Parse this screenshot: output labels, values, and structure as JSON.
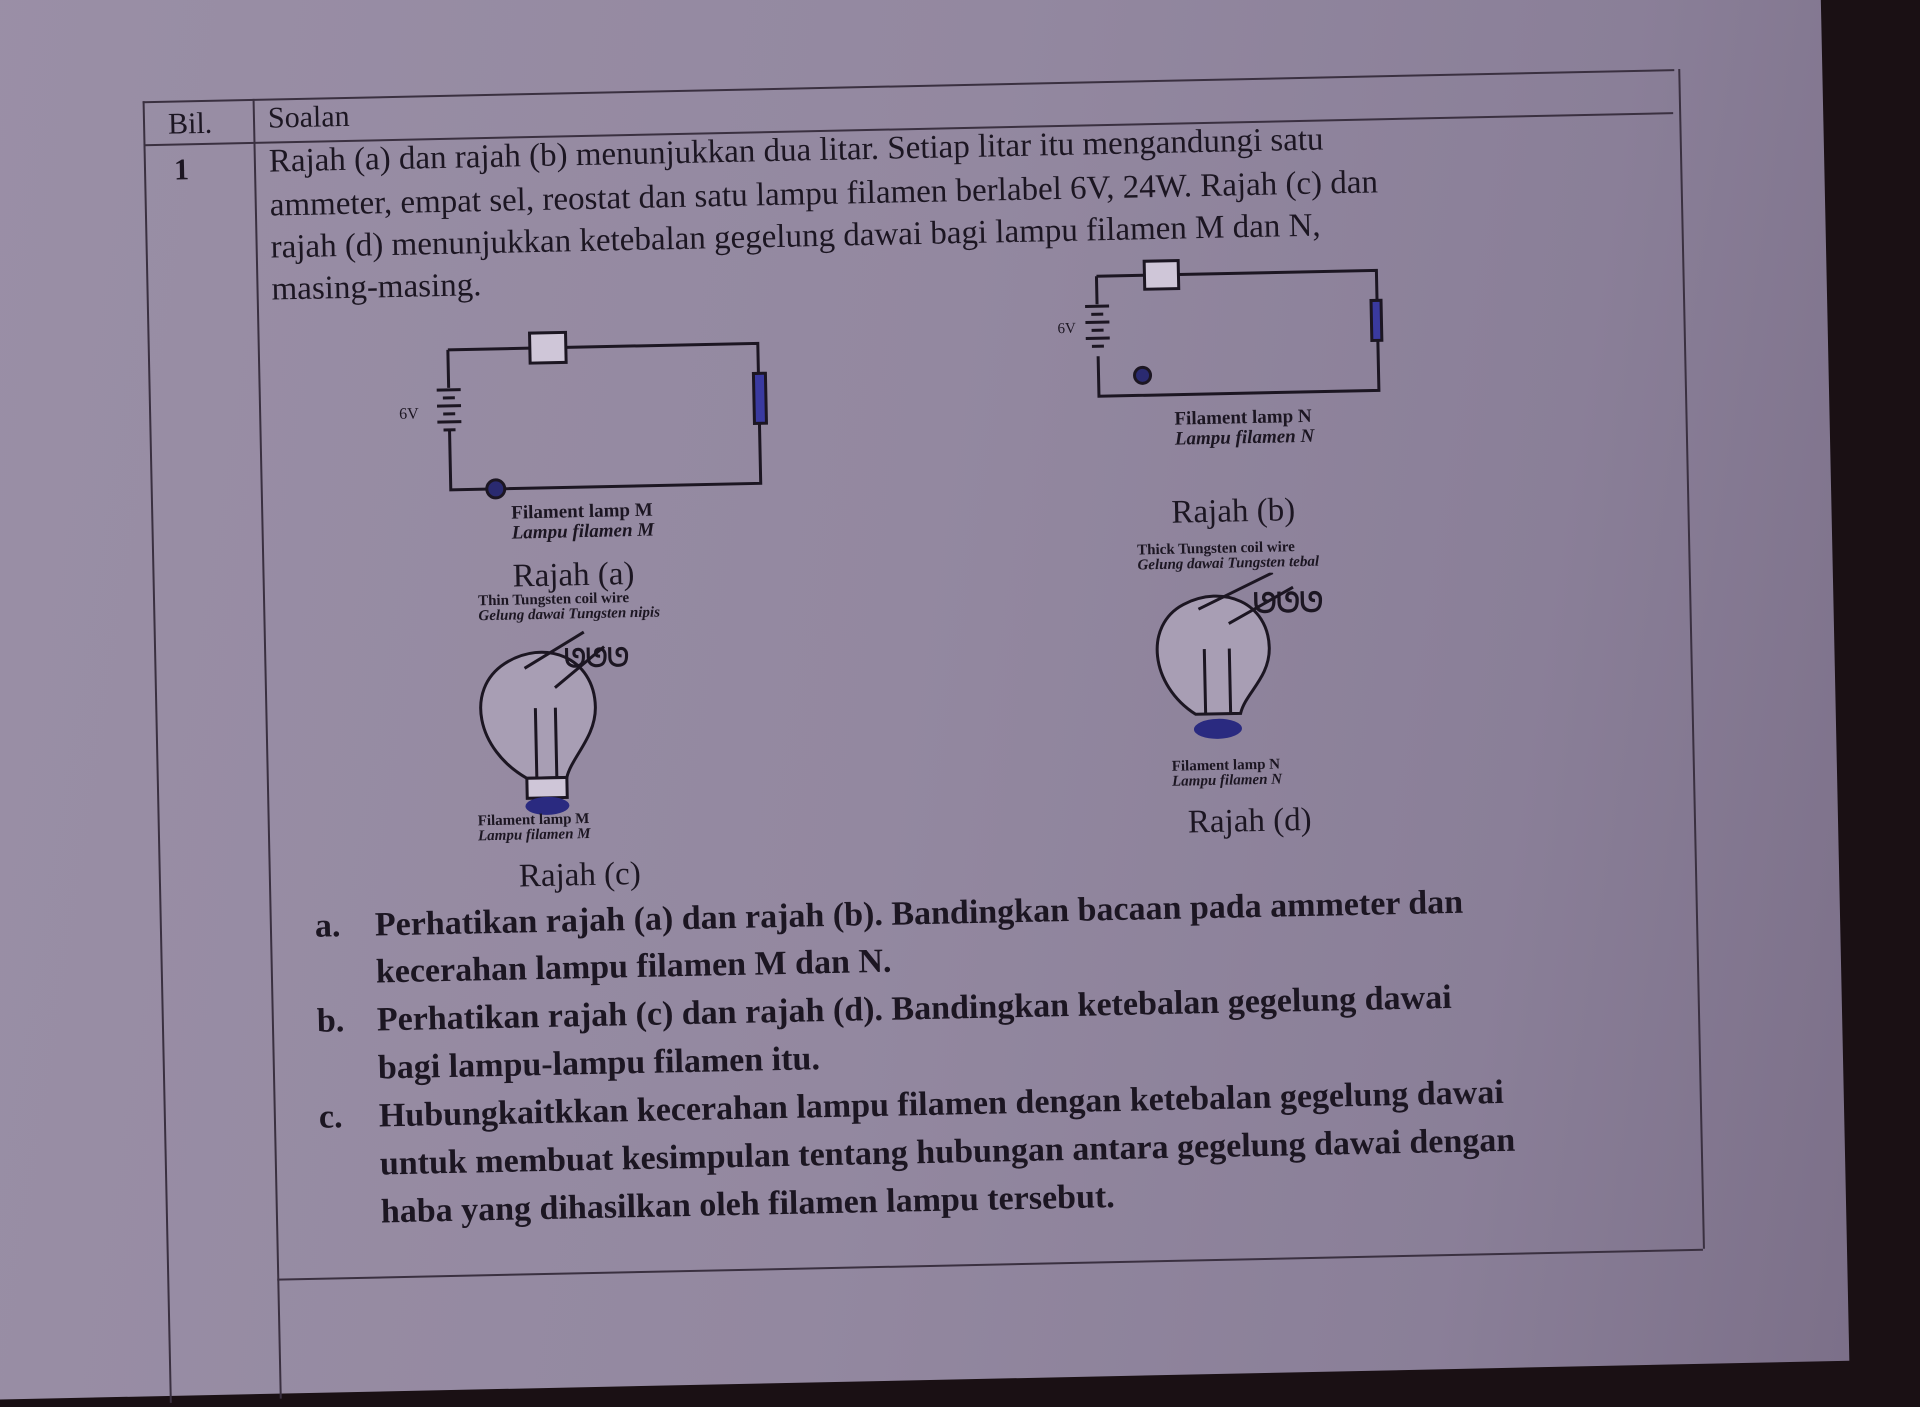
{
  "header": {
    "col_number": "Bil.",
    "col_question": "Soalan"
  },
  "question": {
    "number": "1",
    "intro": [
      "Rajah (a) dan rajah (b) menunjukkan dua litar. Setiap litar itu mengandungi satu",
      "ammeter, empat sel, reostat dan satu lampu filamen berlabel 6V, 24W. Rajah (c) dan",
      "rajah (d) menunjukkan ketebalan gegelung dawai bagi lampu filamen M dan N,",
      "masing-masing."
    ],
    "figures": {
      "a": {
        "voltage": "6V",
        "lamp_en": "Filament lamp M",
        "lamp_ms": "Lampu filamen M",
        "caption": "Rajah (a)"
      },
      "b": {
        "voltage": "6V",
        "lamp_en": "Filament lamp N",
        "lamp_ms": "Lampu filamen N",
        "caption": "Rajah (b)"
      },
      "c": {
        "coil_en": "Thin Tungsten coil wire",
        "coil_ms": "Gelung dawai Tungsten nipis",
        "lamp_en": "Filament lamp M",
        "lamp_ms": "Lampu filamen M",
        "caption": "Rajah (c)"
      },
      "d": {
        "coil_en": "Thick Tungsten coil wire",
        "coil_ms": "Gelung dawai Tungsten tebal",
        "lamp_en": "Filament lamp N",
        "lamp_ms": "Lampu filamen N",
        "caption": "Rajah (d)"
      }
    },
    "parts": [
      {
        "label": "a.",
        "lines": [
          "Perhatikan rajah (a) dan rajah (b). Bandingkan bacaan pada ammeter dan",
          "kecerahan lampu filamen M dan N."
        ]
      },
      {
        "label": "b.",
        "lines": [
          "Perhatikan rajah (c) dan rajah (d). Bandingkan ketebalan gegelung dawai",
          "bagi lampu-lampu filamen itu."
        ]
      },
      {
        "label": "c.",
        "lines": [
          "Hubungkaitkkan kecerahan lampu filamen dengan ketebalan gegelung dawai",
          "untuk membuat kesimpulan tentang hubungan antara gegelung dawai dengan",
          "haba yang dihasilkan oleh filamen lampu tersebut."
        ]
      }
    ]
  }
}
